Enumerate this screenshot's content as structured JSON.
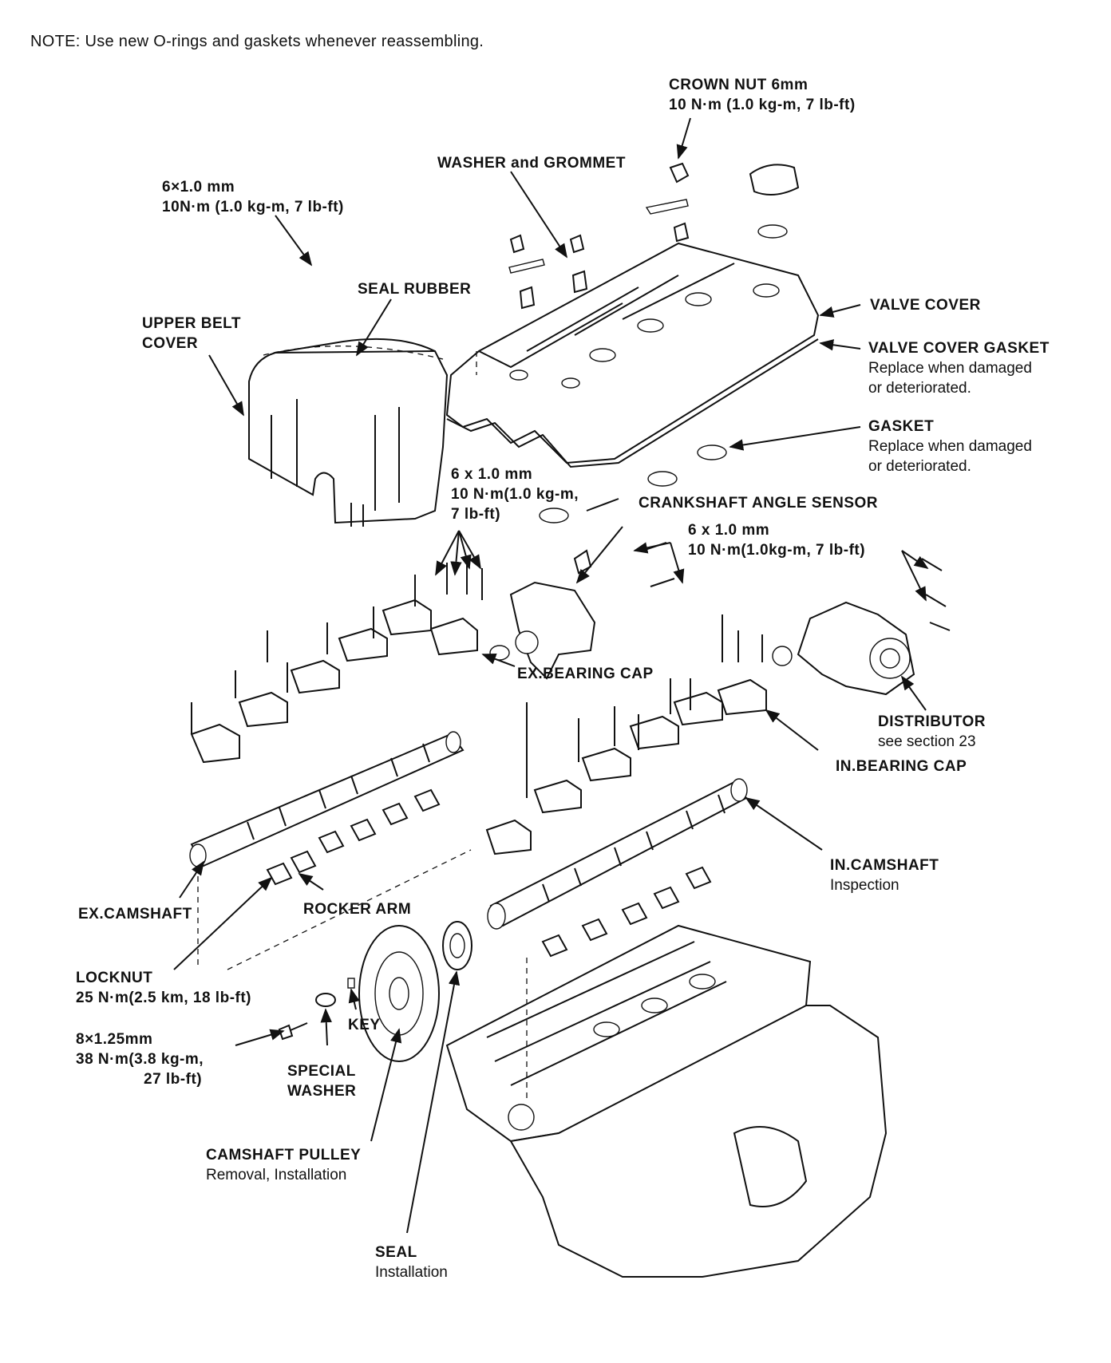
{
  "note": "NOTE: Use new O-rings and gaskets whenever reassembling.",
  "labels": {
    "crown_nut": {
      "title": "CROWN NUT 6mm",
      "torque": "10 N·m (1.0 kg-m, 7 lb-ft)"
    },
    "washer_grommet": {
      "title": "WASHER and GROMMET"
    },
    "bolt_top_left": {
      "size": "6×1.0 mm",
      "torque": "10N·m (1.0 kg-m, 7 lb-ft)"
    },
    "seal_rubber": {
      "title": "SEAL RUBBER"
    },
    "upper_belt_cover": {
      "line1": "UPPER BELT",
      "line2": "COVER"
    },
    "valve_cover": {
      "title": "VALVE COVER"
    },
    "valve_cover_gasket": {
      "title": "VALVE COVER GASKET",
      "note1": "Replace when damaged",
      "note2": "or deteriorated."
    },
    "gasket": {
      "title": "GASKET",
      "note1": "Replace when damaged",
      "note2": "or deteriorated."
    },
    "bolt_mid_left": {
      "size": "6 x 1.0 mm",
      "torque1": "10 N·m(1.0 kg-m,",
      "torque2": "7 lb-ft)"
    },
    "crank_sensor": {
      "title": "CRANKSHAFT ANGLE SENSOR"
    },
    "bolt_mid_right": {
      "size": "6 x 1.0 mm",
      "torque": "10 N·m(1.0kg-m, 7 lb-ft)"
    },
    "ex_bearing_cap": {
      "title": "EX.BEARING CAP"
    },
    "distributor": {
      "title": "DISTRIBUTOR",
      "note": "see section 23"
    },
    "in_bearing_cap": {
      "title": "IN.BEARING CAP"
    },
    "in_camshaft": {
      "title": "IN.CAMSHAFT",
      "note": "Inspection"
    },
    "ex_camshaft": {
      "title": "EX.CAMSHAFT"
    },
    "rocker_arm": {
      "title": "ROCKER ARM"
    },
    "locknut": {
      "title": "LOCKNUT",
      "torque": "25 N·m(2.5 km, 18 lb-ft)"
    },
    "key": {
      "title": "KEY"
    },
    "pulley_bolt": {
      "size": "8×1.25mm",
      "torque1": "38 N·m(3.8 kg-m,",
      "torque2": "27 lb-ft)"
    },
    "special_washer": {
      "line1": "SPECIAL",
      "line2": "WASHER"
    },
    "camshaft_pulley": {
      "title": "CAMSHAFT PULLEY",
      "note": "Removal, Installation"
    },
    "seal": {
      "title": "SEAL",
      "note": "Installation"
    }
  }
}
